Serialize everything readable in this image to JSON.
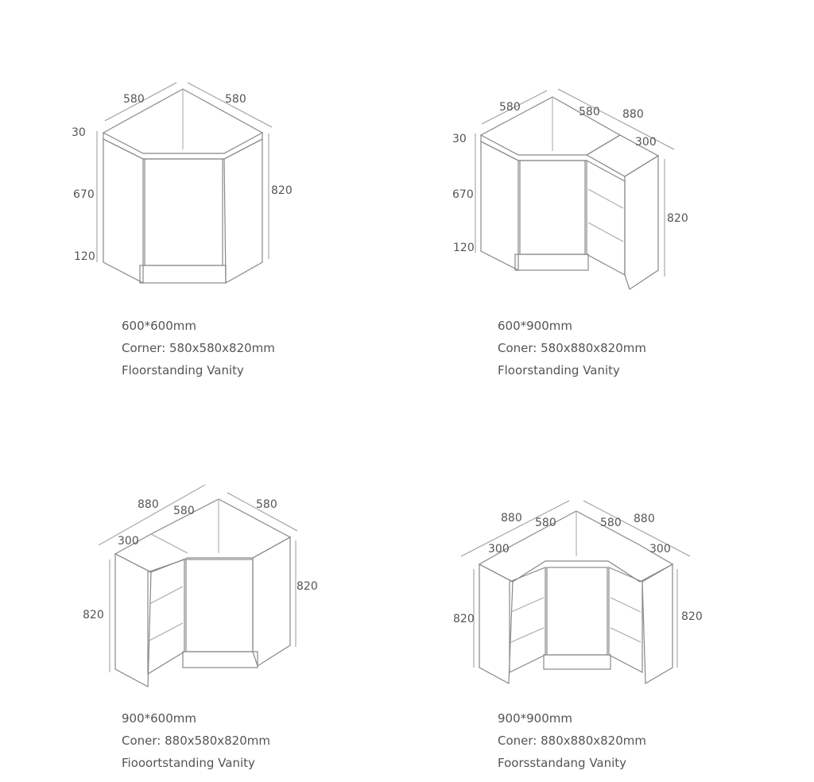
{
  "cabinets": [
    {
      "dims": {
        "top_left": "580",
        "top_right": "580",
        "d30": "30",
        "d670": "670",
        "d120": "120",
        "height": "820"
      },
      "caption": {
        "size": "600*600mm",
        "corner": "Corner: 580x580x820mm",
        "type": "Floorstanding Vanity"
      }
    },
    {
      "dims": {
        "top_left": "580",
        "top_mid": "580",
        "top_right": "880",
        "side": "300",
        "d30": "30",
        "d670": "670",
        "d120": "120",
        "height": "820"
      },
      "caption": {
        "size": "600*900mm",
        "corner": "Coner: 580x880x820mm",
        "type": "Floorstanding Vanity"
      }
    },
    {
      "dims": {
        "top_left": "880",
        "top_mid": "580",
        "top_right": "580",
        "side": "300",
        "height_left": "820",
        "height_right": "820"
      },
      "caption": {
        "size": "900*600mm",
        "corner": "Coner: 880x580x820mm",
        "type": "Fiooortstanding Vanity"
      }
    },
    {
      "dims": {
        "top_left": "880",
        "top_mid_left": "580",
        "top_mid_right": "580",
        "top_right": "880",
        "side_left": "300",
        "side_right": "300",
        "height_left": "820",
        "height_right": "820"
      },
      "caption": {
        "size": "900*900mm",
        "corner": "Coner: 880x880x820mm",
        "type": "Foorsstandang Vanity"
      }
    }
  ]
}
